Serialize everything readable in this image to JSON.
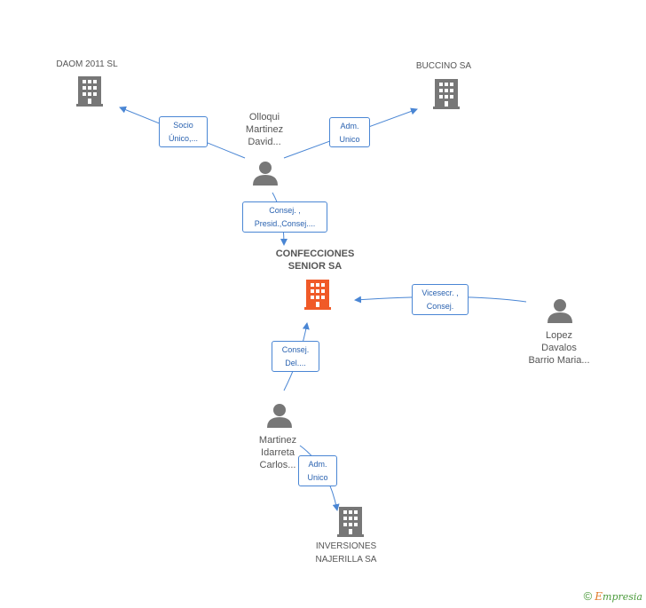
{
  "nodes": {
    "daom": {
      "label": "DAOM 2011 SL",
      "icon": "building-icon"
    },
    "buccino": {
      "label": "BUCCINO SA",
      "icon": "building-icon"
    },
    "olloqui": {
      "line1": "Olloqui",
      "line2": "Martinez",
      "line3": "David...",
      "icon": "person-icon"
    },
    "confecciones": {
      "line1": "CONFECCIONES",
      "line2": "SENIOR SA",
      "icon": "building-icon",
      "color": "#f05a28"
    },
    "lopez": {
      "line1": "Lopez",
      "line2": "Davalos",
      "line3": "Barrio Maria...",
      "icon": "person-icon"
    },
    "martinez": {
      "line1": "Martinez",
      "line2": "Idarreta",
      "line3": "Carlos...",
      "icon": "person-icon"
    },
    "inversiones": {
      "line1": "INVERSIONES",
      "line2": "NAJERILLA SA",
      "icon": "building-icon"
    }
  },
  "edges": {
    "socio": {
      "line1": "Socio",
      "line2": "Único,..."
    },
    "adm_buccino": {
      "line1": "Adm.",
      "line2": "Unico"
    },
    "consej_olloqui": {
      "line1": "Consej. ,",
      "line2": "Presid.,Consej...."
    },
    "vicesecr": {
      "line1": "Vicesecr. ,",
      "line2": "Consej."
    },
    "consej_martinez": {
      "line1": "Consej.",
      "line2": "Del...."
    },
    "adm_inversiones": {
      "line1": "Adm.",
      "line2": "Unico"
    }
  },
  "footer": {
    "copyright": "©",
    "brand_first": "E",
    "brand_rest": "mpresia"
  },
  "colors": {
    "edge": "#4a86d4",
    "building": "#777777",
    "focus_building": "#f05a28",
    "person": "#777777"
  }
}
